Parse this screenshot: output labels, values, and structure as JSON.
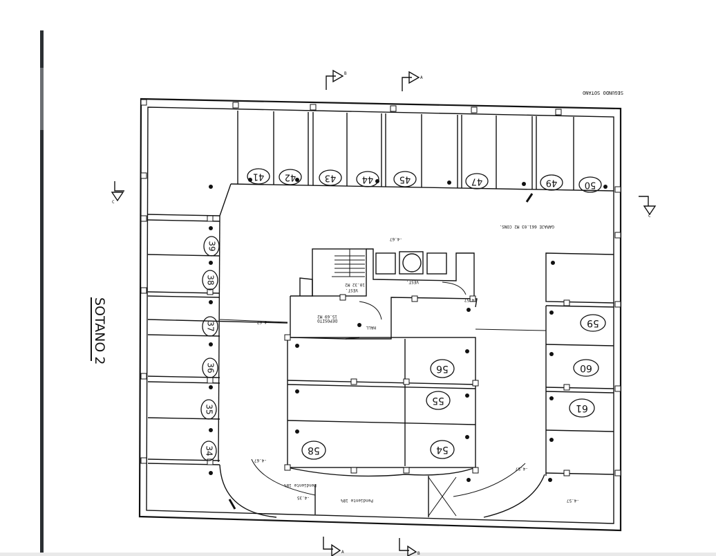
{
  "sheet_title": "SEGUNDO SOTANO",
  "handwritten_title": "SOTANO 2",
  "spaces": {
    "top_row": [
      "41",
      "42",
      "43",
      "44",
      "45",
      "47",
      "49",
      "50"
    ],
    "left_column": [
      "39",
      "38",
      "37",
      "36",
      "35",
      "34"
    ],
    "right_column": [
      "59",
      "60",
      "61"
    ],
    "center_block": [
      "56",
      "55",
      "54",
      "58"
    ]
  },
  "labels": {
    "area_total": "GARAJE 661.03 M2 CONS.",
    "vest_1": "VEST.",
    "vest_2": "VEST.",
    "deposito": "DEPOSITO",
    "hall": "HALL",
    "small_area_1": "10.32 M2",
    "small_area_2": "15.69 M2",
    "pendiente_1": "Pendiente 18%",
    "pendiente_2": "Pendiente 18%"
  },
  "section_markers": [
    "B",
    "A",
    "C",
    "C",
    "A",
    "B"
  ],
  "levels": [
    "-4.67",
    "-4.67",
    "-4.67",
    "-4.57",
    "-4.57",
    "-4.35",
    "-4.57"
  ]
}
